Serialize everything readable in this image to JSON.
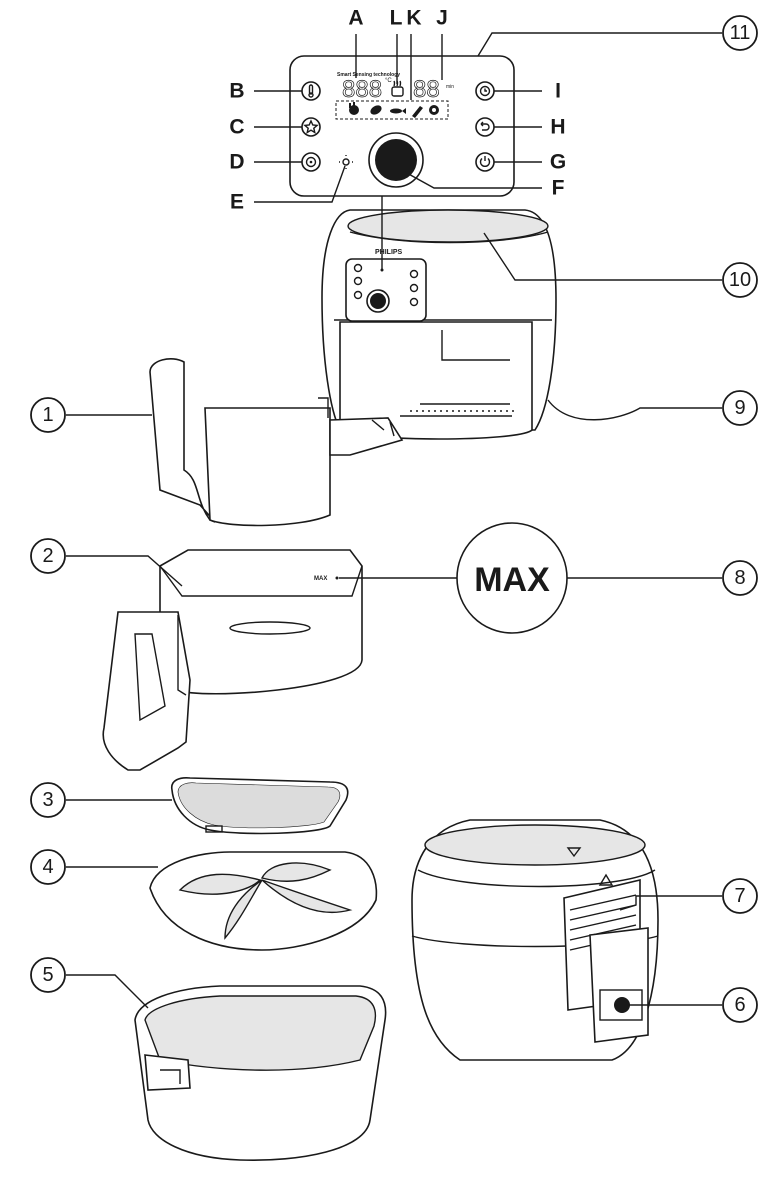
{
  "callouts_numbers": [
    "1",
    "2",
    "3",
    "4",
    "5",
    "6",
    "7",
    "8",
    "9",
    "10",
    "11"
  ],
  "callouts_letters": [
    "A",
    "B",
    "C",
    "D",
    "E",
    "F",
    "G",
    "H",
    "I",
    "J",
    "K",
    "L"
  ],
  "max_label": "MAX",
  "panel_caption": "Smart Sensing technology",
  "brand": "PHILIPS",
  "basket_mark": "MAX",
  "display_units": {
    "temperature": "°C",
    "time": "min"
  },
  "display_digits": {
    "temperature": "888",
    "time": "88"
  }
}
